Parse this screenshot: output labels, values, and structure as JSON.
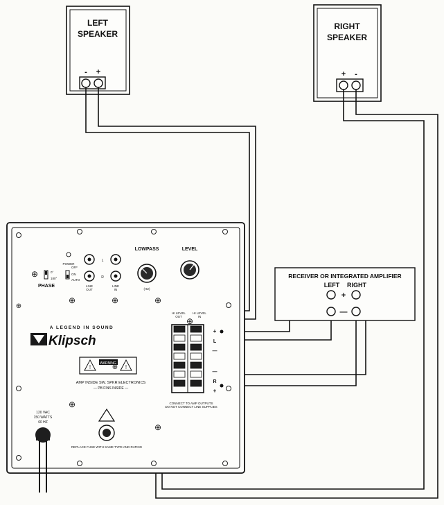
{
  "speakers": {
    "left": {
      "line1": "LEFT",
      "line2": "SPEAKER",
      "terminals": [
        "-",
        "+"
      ]
    },
    "right": {
      "line1": "RIGHT",
      "line2": "SPEAKER",
      "terminals": [
        "+",
        "-"
      ]
    }
  },
  "amplifier": {
    "title": "RECEIVER OR INTEGRATED AMPLIFIER",
    "left_label": "LEFT",
    "right_label": "RIGHT",
    "plus": "+",
    "minus": "—"
  },
  "subwoofer": {
    "controls": {
      "power": "POWER",
      "phase": "PHASE",
      "phase_0": "0°",
      "phase_180": "180°",
      "off": "OFF",
      "on": "ON",
      "auto": "AUTO",
      "line_out": "LINE\nOUT",
      "line_in": "LINE\nIN",
      "lowpass": "LOWPASS",
      "level": "LEVEL",
      "hz": "(HZ)",
      "l": "L",
      "r": "R"
    },
    "brand_tagline": "A LEGEND IN SOUND",
    "brand_name": "Klipsch",
    "model_text": "AMP INSIDE SW. SPKR ELECTRONICS",
    "model_sub": "— PB FINS INSIDE —",
    "warning": "WARNING",
    "power_spec": [
      "120 VAC",
      "150 WATTS",
      "60 HZ"
    ],
    "hi_level_out": "HI LEVEL\nOUT",
    "hi_level_in": "HI LEVEL\nIN",
    "terminal_labels": [
      "+",
      "L",
      "—",
      "—",
      "R",
      "+"
    ],
    "terminal_note": "CONNECT TO AMP OUTPUTS\nDO NOT CONNECT LINE SUPPLIES",
    "fuse_note": "REPLACE FUSE WITH SAME TYPE AND RATING"
  }
}
